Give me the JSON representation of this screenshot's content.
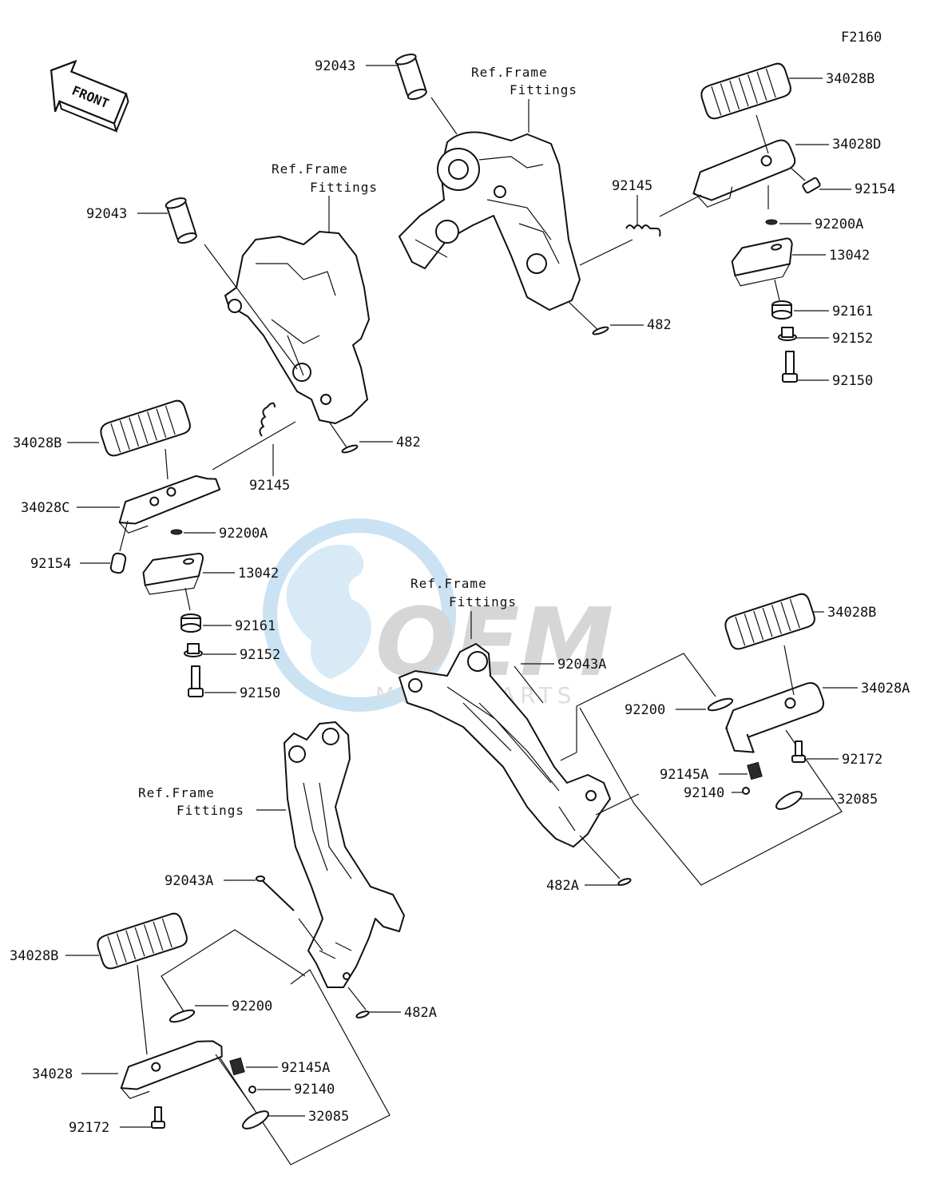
{
  "figure_code": "F2160",
  "front_arrow_text": "FRONT",
  "watermark": {
    "logo_text": "OEM",
    "sub_text": "MOTORPARTS",
    "colors": {
      "globe": "#b8daf0",
      "letters": "#b5b5b5"
    }
  },
  "references": [
    {
      "id": "ref-top",
      "line1": "Ref.Frame",
      "line2": "Fittings"
    },
    {
      "id": "ref-left",
      "line1": "Ref.Frame",
      "line2": "Fittings"
    },
    {
      "id": "ref-center",
      "line1": "Ref.Frame",
      "line2": "Fittings"
    },
    {
      "id": "ref-lower",
      "line1": "Ref.Frame",
      "line2": "Fittings"
    }
  ],
  "callouts": [
    "92043",
    "34028B",
    "34028D",
    "92145",
    "92154",
    "92200A",
    "13042",
    "482",
    "92161",
    "92152",
    "92150",
    "92043",
    "34028B",
    "92145",
    "482",
    "34028C",
    "92200A",
    "92154",
    "13042",
    "92161",
    "92152",
    "92150",
    "34028B",
    "92043A",
    "92200",
    "34028A",
    "92172",
    "92145A",
    "92140",
    "32085",
    "482A",
    "92043A",
    "34028B",
    "92200",
    "482A",
    "92145A",
    "34028",
    "92140",
    "92172",
    "32085"
  ]
}
